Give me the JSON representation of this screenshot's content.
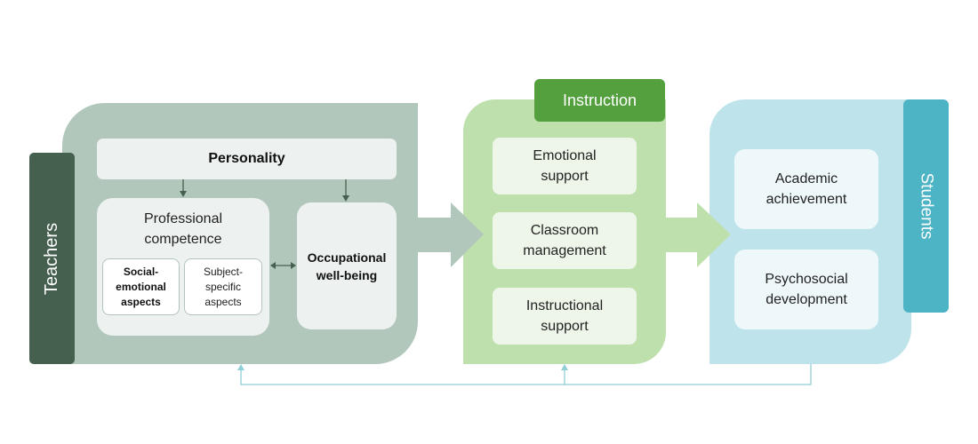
{
  "teachers": {
    "label": "Teachers",
    "personality": "Personality",
    "professional_competence": {
      "line1": "Professional",
      "line2": "competence"
    },
    "social_emotional": {
      "line1": "Social-",
      "line2": "emotional",
      "line3": "aspects"
    },
    "subject_specific": {
      "line1": "Subject-",
      "line2": "specific",
      "line3": "aspects"
    },
    "occupational_wellbeing": {
      "line1": "Occupational",
      "line2": "well-being"
    }
  },
  "instruction": {
    "label": "Instruction",
    "items": [
      {
        "line1": "Emotional",
        "line2": "support"
      },
      {
        "line1": "Classroom",
        "line2": "management"
      },
      {
        "line1": "Instructional",
        "line2": "support"
      }
    ]
  },
  "students": {
    "label": "Students",
    "items": [
      {
        "line1": "Academic",
        "line2": "achievement"
      },
      {
        "line1": "Psychosocial",
        "line2": "development"
      }
    ]
  },
  "colors": {
    "teachers_dark": "#45604f",
    "teachers_light": "#b2c7bc",
    "instruction_dark": "#54a03e",
    "instruction_light": "#bde0ac",
    "students_dark": "#4db4c6",
    "students_light": "#bfe3ea",
    "feedback_line": "#8fcfd6",
    "arrow_gray": "#b2c7bc",
    "arrow_green": "#bde0ac"
  }
}
